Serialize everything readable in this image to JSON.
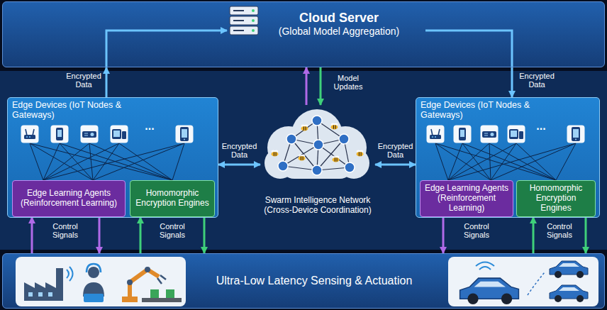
{
  "diagram": {
    "nodes": [
      {
        "text": [
          "Cloud Server",
          "(Global Model Aggregation)"
        ]
      },
      {
        "text": [
          "Edge Devices (IoT Nodes & Gateways)"
        ]
      },
      {
        "text": [
          "Edge Learning Agents (Reinforcement Learning)"
        ],
        "in": 1
      },
      {
        "text": [
          "Homomorphic Encryption Engines"
        ],
        "in": 1
      },
      {
        "text": [
          "Swarm Intelligence Network (Cross-Device Coordination)"
        ]
      },
      {
        "text": [
          "Edge Devices (IoT Nodes & Gateways)"
        ]
      },
      {
        "text": [
          "Edge Learning Agents (Reinforcement Learning)"
        ],
        "in": 5
      },
      {
        "text": [
          "Homomorphic Encryption Engines"
        ],
        "in": 5
      },
      {
        "text": [
          "Ultra-Low Latency Sensing & Actuation"
        ]
      }
    ],
    "edges": [
      {
        "from": 1,
        "to": 0,
        "label": "Encrypted Data",
        "arrow": "to"
      },
      {
        "from": 0,
        "to": 5,
        "label": "Encrypted Data",
        "arrow": "to"
      },
      {
        "from": 4,
        "to": 0,
        "arrow": "to"
      },
      {
        "from": 0,
        "to": 4,
        "label": "Model Updates",
        "arrow": "to"
      },
      {
        "from": 1,
        "to": 4,
        "label": "Encrypted Data",
        "arrow": "both"
      },
      {
        "from": 4,
        "to": 5,
        "label": "Encrypted Data",
        "arrow": "both"
      },
      {
        "from": 8,
        "to": 2,
        "arrow": "to"
      },
      {
        "from": 2,
        "to": 8,
        "label": "Control Signals",
        "arrow": "to"
      },
      {
        "from": 8,
        "to": 3,
        "arrow": "to"
      },
      {
        "from": 3,
        "to": 8,
        "label": "Control Signals",
        "arrow": "to"
      },
      {
        "from": 6,
        "to": 8,
        "label": "Control Signals",
        "arrow": "to"
      },
      {
        "from": 8,
        "to": 7,
        "arrow": "to"
      },
      {
        "from": 7,
        "to": 8,
        "label": "Control Signals",
        "arrow": "to"
      }
    ],
    "labels": [
      "...",
      "..."
    ]
  }
}
